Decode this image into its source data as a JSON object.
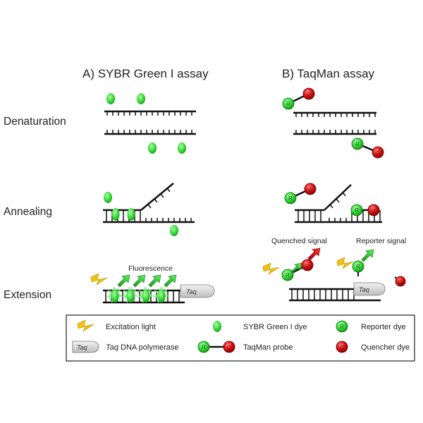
{
  "headers": {
    "sybr": "A) SYBR Green I assay",
    "taqman": "B) TaqMan assay"
  },
  "stages": {
    "denaturation": "Denaturation",
    "annealing": "Annealing",
    "extension": "Extension"
  },
  "annotations": {
    "fluorescence": "Fluorescence",
    "quenched_signal": "Quenched signal",
    "reporter_signal": "Reporter signal"
  },
  "markers": {
    "reporter": "R",
    "quencher": "Q",
    "taq": "Taq"
  },
  "legend": {
    "excitation": "Excitation light",
    "sybr_dye": "SYBR Green I dye",
    "reporter_dye": "Reporter dye",
    "taq_polymerase_italic": "Taq",
    "taq_polymerase_rest": " DNA polymerase",
    "taqman_probe": "TaqMan probe",
    "quencher_dye": "Quencher dye"
  },
  "colors": {
    "green": "#33dd33",
    "red": "#dd1111",
    "dye": "#3ee03e",
    "bolt": "#f2c20a"
  }
}
